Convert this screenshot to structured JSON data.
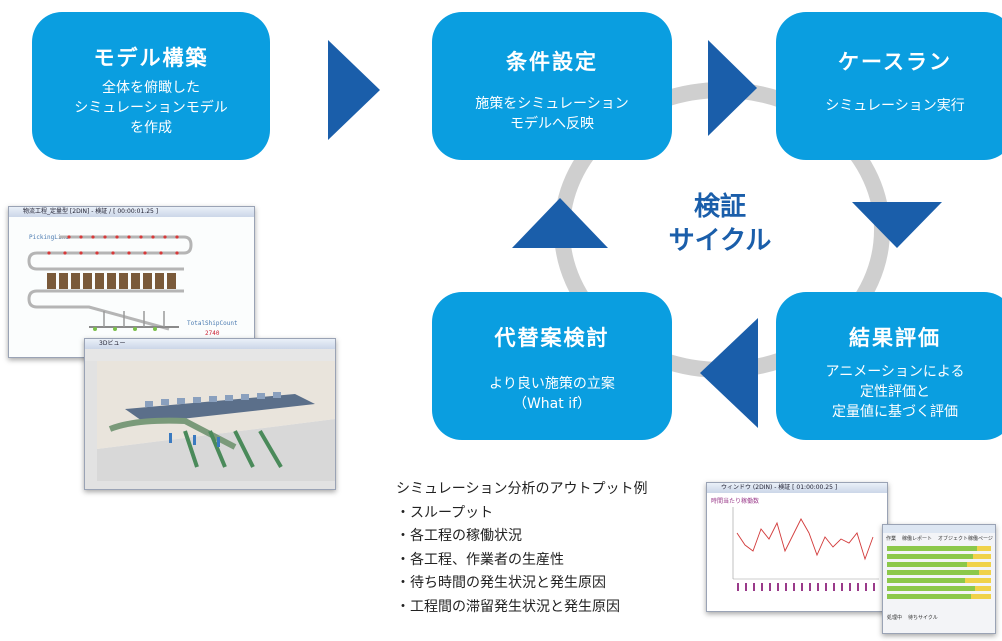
{
  "colors": {
    "box": "#0a9ee0",
    "arrow": "#1a5eaa",
    "ring": "#cfcfcf",
    "label": "#1a5eaa"
  },
  "boxes": {
    "model": {
      "title": "モデル構築",
      "desc": "全体を俯瞰した\nシミュレーションモデル\nを作成"
    },
    "condition": {
      "title": "条件設定",
      "desc": "施策をシミュレーション\nモデルへ反映"
    },
    "caserun": {
      "title": "ケースラン",
      "desc": "シミュレーション実行"
    },
    "result": {
      "title": "結果評価",
      "desc": "アニメーションによる\n定性評価と\n定量値に基づく評価"
    },
    "alternative": {
      "title": "代替案検討",
      "desc": "より良い施策の立案\n（What if）"
    }
  },
  "cycle": {
    "line1": "検証",
    "line2": "サイクル"
  },
  "screenshots": {
    "sim2d": {
      "title": "物流工程_定量型 [2DIN] - 検証 / [ 00:00:01.25 ]",
      "label": "PickingLine",
      "counter_label": "TotalShipCount",
      "counter_value": "2740"
    },
    "sim3d": {
      "title": "3Dビュー"
    },
    "chart": {
      "title": "ウィンドウ (2DIN) - 検証 [ 01:00:00.25 ]",
      "chart_title": "時間当たり稼働数"
    },
    "report": {
      "col1": "作業",
      "col2": "稼働レポート",
      "col3": "オブジェクト稼働ページ",
      "legend1": "処理中",
      "legend2": "待ちサイクル"
    }
  },
  "outputs": {
    "heading": "シミュレーション分析のアウトプット例",
    "items": [
      "・スループット",
      "・各工程の稼働状況",
      "・各工程、作業者の生産性",
      "・待ち時間の発生状況と発生原因",
      "・工程間の滞留発生状況と発生原因"
    ]
  }
}
